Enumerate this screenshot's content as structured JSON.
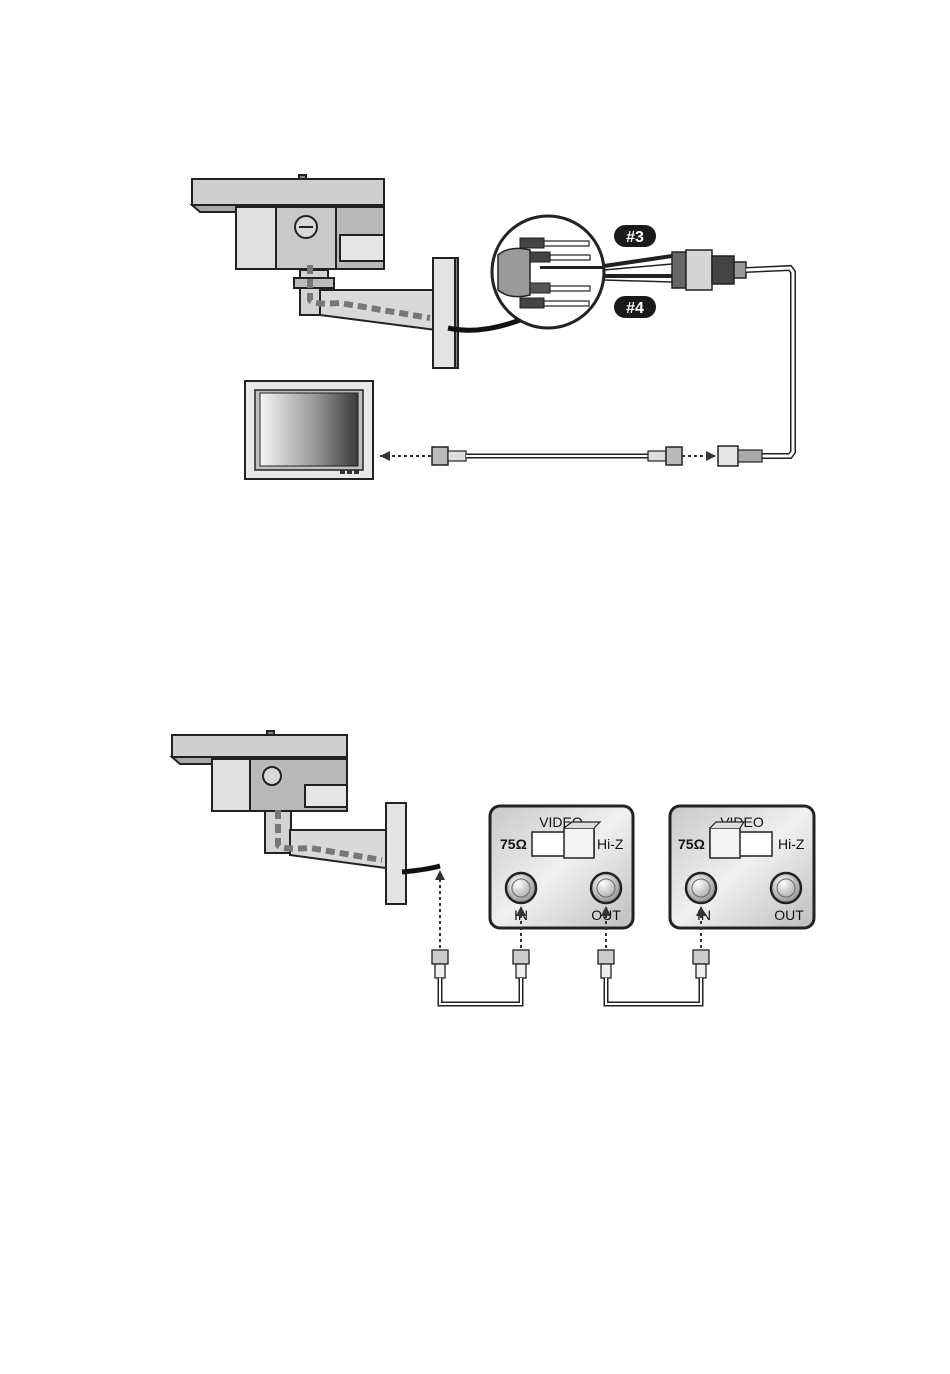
{
  "figure1": {
    "badge_top": "#3",
    "badge_bottom": "#4"
  },
  "figure2": {
    "panel_left": {
      "title": "VIDEO",
      "left_label": "75Ω",
      "right_label": "Hi-Z",
      "in_label": "IN",
      "out_label": "OUT",
      "switch_position": "Hi-Z"
    },
    "panel_right": {
      "title": "VIDEO",
      "left_label": "75Ω",
      "right_label": "Hi-Z",
      "in_label": "IN",
      "out_label": "OUT",
      "switch_position": "75Ω"
    }
  },
  "colors": {
    "line": "#222222",
    "badge": "#1a1a1a",
    "panel": "#d9d9d9",
    "cable": "#888888"
  }
}
